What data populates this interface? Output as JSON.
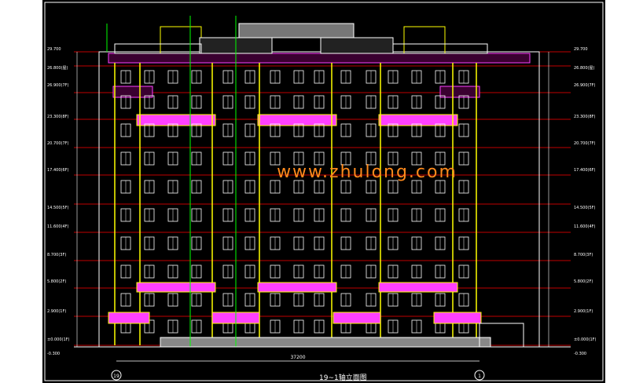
{
  "drawing": {
    "title": "19~1轴立面图",
    "watermark": "www.zhulong.com",
    "grid_axis_left": "19",
    "grid_axis_right": "1",
    "overall_width_dim": "37200",
    "levels_left": [
      "29.700",
      "26.800(屋)",
      "26.900(7F)",
      "23.300(8F)",
      "20.700(7F)",
      "17.400(6F)",
      "14.500(5F)",
      "11.600(4F)",
      "8.700(3F)",
      "5.800(2F)",
      "2.900(1F)",
      "±0.000(1F)",
      "-0.300"
    ],
    "levels_right": [
      "29.700",
      "26.800(屋)",
      "26.900(7F)",
      "23.300(8F)",
      "20.700(7F)",
      "17.400(6F)",
      "14.500(5F)",
      "11.600(4F)",
      "8.700(3F)",
      "5.800(2F)",
      "2.900(1F)",
      "±0.000(1F)",
      "-0.300"
    ],
    "colors": {
      "background": "#000000",
      "frame": "#ffffff",
      "pier": "#ffff00",
      "slab": "#ff40ff",
      "floor_line": "#ff0000",
      "window": "#ffffff",
      "leader": "#00ff00",
      "watermark": "#ff8a1c"
    }
  }
}
